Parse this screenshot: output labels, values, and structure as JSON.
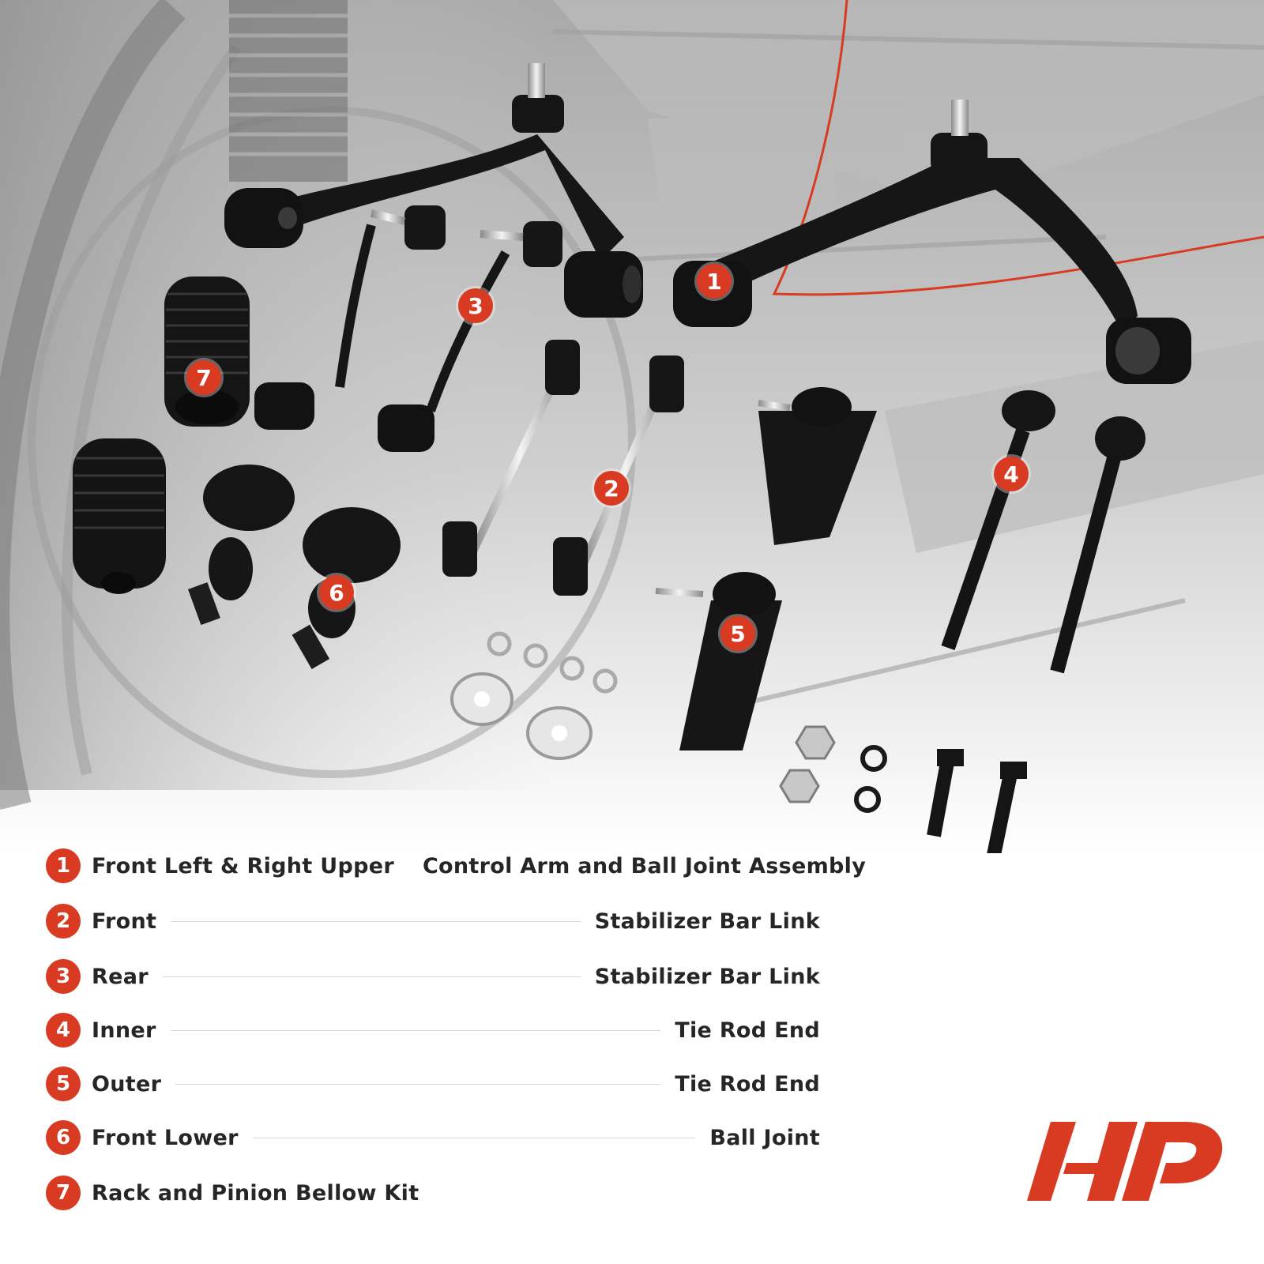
{
  "callouts": [
    "1",
    "2",
    "3",
    "4",
    "5",
    "6",
    "7"
  ],
  "legend": [
    {
      "num": "1",
      "left": "Front Left & Right Upper",
      "right": "Control Arm and Ball Joint Assembly"
    },
    {
      "num": "2",
      "left": "Front",
      "right": "Stabilizer Bar Link"
    },
    {
      "num": "3",
      "left": "Rear",
      "right": "Stabilizer Bar Link"
    },
    {
      "num": "4",
      "left": "Inner",
      "right": "Tie Rod End"
    },
    {
      "num": "5",
      "left": "Outer",
      "right": "Tie Rod End"
    },
    {
      "num": "6",
      "left": "Front Lower",
      "right": "Ball Joint"
    },
    {
      "num": "7",
      "left": "Rack and Pinion Bellow Kit",
      "right": ""
    }
  ],
  "colors": {
    "accent": "#d93a22",
    "text": "#262626",
    "parts": "#141414",
    "background_photo": "#b9b9b9"
  }
}
